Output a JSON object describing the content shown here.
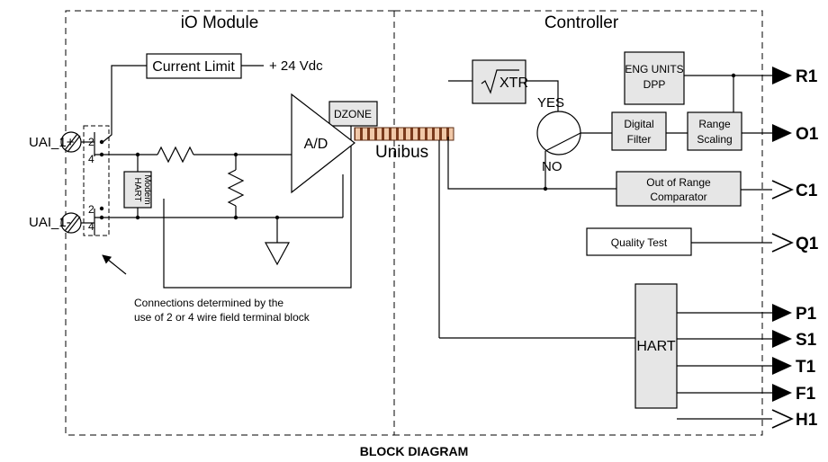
{
  "sections": {
    "io_module": "iO Module",
    "controller": "Controller"
  },
  "io": {
    "current_limit": "Current Limit",
    "supply": "+ 24 Vdc",
    "dzone": "DZONE",
    "ad": "A/D",
    "hart_modem_1": "HART",
    "hart_modem_2": "Modem",
    "terminal_top": "UAI_1+",
    "terminal_bottom": "UAI_1-",
    "pin_2a": "2",
    "pin_4a": "4",
    "pin_2b": "2",
    "pin_4b": "4",
    "note_line1": "Connections determined by the",
    "note_line2": "use of 2 or 4 wire field terminal block"
  },
  "bus": {
    "label": "Unibus"
  },
  "controller": {
    "xtr": "XTR",
    "yes": "YES",
    "no": "NO",
    "eng_units_1": "ENG UNITS",
    "eng_units_2": "DPP",
    "digital_filter_1": "Digital",
    "digital_filter_2": "Filter",
    "range_scaling_1": "Range",
    "range_scaling_2": "Scaling",
    "out_of_range_1": "Out of Range",
    "out_of_range_2": "Comparator",
    "quality_test": "Quality Test",
    "hart": "HART"
  },
  "outputs": [
    "R1",
    "O1",
    "C1",
    "Q1",
    "P1",
    "S1",
    "T1",
    "F1",
    "H1"
  ],
  "caption": "BLOCK DIAGRAM"
}
